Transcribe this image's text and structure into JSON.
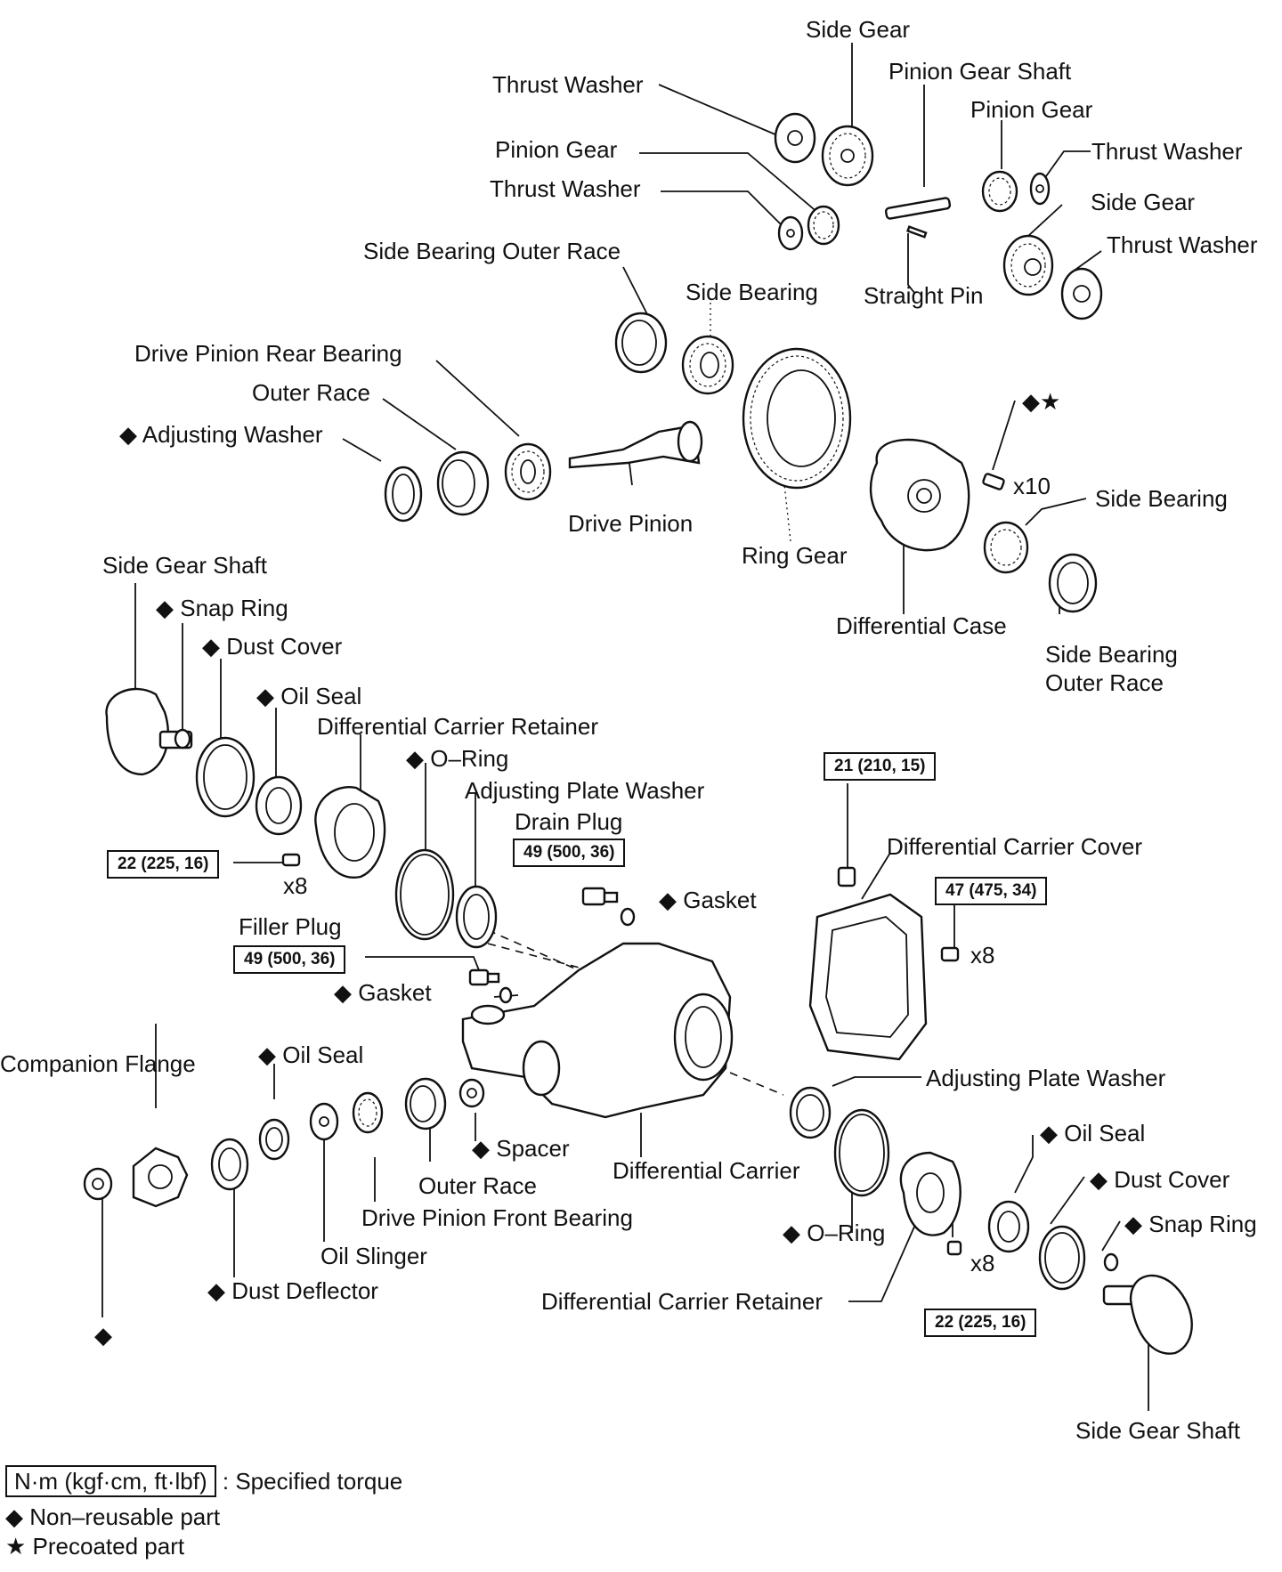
{
  "labels": {
    "side_gear_top": "Side Gear",
    "thrust_washer_1": "Thrust Washer",
    "pinion_gear_shaft": "Pinion Gear Shaft",
    "pinion_gear_right": "Pinion Gear",
    "thrust_washer_2": "Thrust Washer",
    "pinion_gear_left": "Pinion Gear",
    "thrust_washer_3": "Thrust Washer",
    "side_gear_right": "Side Gear",
    "thrust_washer_4": "Thrust Washer",
    "side_bearing_outer_race_top": "Side Bearing Outer Race",
    "side_bearing_top": "Side Bearing",
    "straight_pin": "Straight Pin",
    "drive_pinion_rear_bearing": "Drive Pinion Rear Bearing",
    "outer_race_top": "Outer Race",
    "adjusting_washer": "Adjusting Washer",
    "drive_pinion": "Drive Pinion",
    "ring_gear": "Ring Gear",
    "x10": "x10",
    "side_bearing_right": "Side Bearing",
    "differential_case": "Differential Case",
    "side_bearing_outer_race_right_1": "Side Bearing",
    "side_bearing_outer_race_right_2": "Outer Race",
    "side_gear_shaft_left": "Side Gear Shaft",
    "snap_ring_left": "Snap Ring",
    "dust_cover_left": "Dust Cover",
    "oil_seal_left": "Oil Seal",
    "diff_carrier_retainer_left": "Differential Carrier Retainer",
    "o_ring_left": "O–Ring",
    "adjusting_plate_washer_top": "Adjusting Plate Washer",
    "drain_plug": "Drain Plug",
    "gasket_drain": "Gasket",
    "x8_left": "x8",
    "differential_carrier_cover": "Differential Carrier Cover",
    "x8_cover": "x8",
    "filler_plug": "Filler Plug",
    "gasket_filler": "Gasket",
    "companion_flange": "Companion Flange",
    "oil_seal_front": "Oil Seal",
    "adjusting_plate_washer_right": "Adjusting Plate Washer",
    "oil_seal_right": "Oil Seal",
    "spacer": "Spacer",
    "differential_carrier": "Differential Carrier",
    "dust_cover_right": "Dust Cover",
    "outer_race_front": "Outer Race",
    "drive_pinion_front_bearing": "Drive Pinion Front Bearing",
    "o_ring_right": "O–Ring",
    "snap_ring_right": "Snap Ring",
    "oil_slinger": "Oil Slinger",
    "x8_right": "x8",
    "dust_deflector": "Dust Deflector",
    "diff_carrier_retainer_right": "Differential Carrier Retainer",
    "side_gear_shaft_right": "Side Gear Shaft"
  },
  "symbols": {
    "diamond": "◆",
    "diamond_star": "◆★"
  },
  "torque": {
    "retainer_left": "22 (225, 16)",
    "drain_plug": "49 (500, 36)",
    "filler_plug": "49 (500, 36)",
    "cover_top": "21 (210, 15)",
    "cover_bolts": "47 (475, 34)",
    "retainer_right": "22 (225, 16)"
  },
  "legend": {
    "torque_unit": "N·m (kgf·cm, ft·lbf)",
    "torque_text": ": Specified torque",
    "non_reusable": "◆ Non–reusable part",
    "precoated": "★ Precoated part"
  }
}
